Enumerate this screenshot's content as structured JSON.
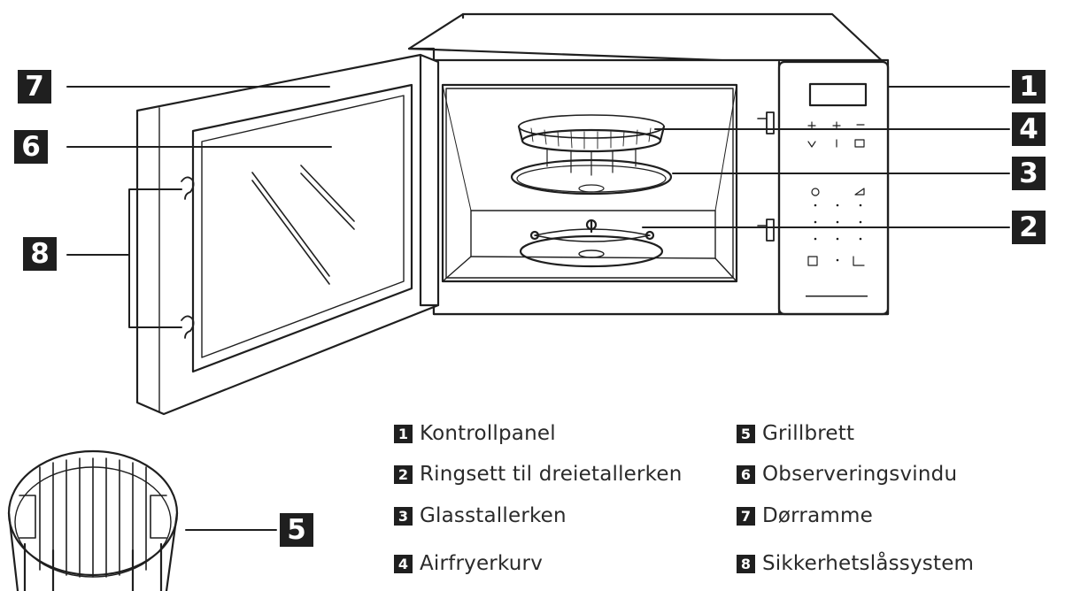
{
  "callouts": [
    {
      "number": "1",
      "label": "Kontrollpanel"
    },
    {
      "number": "2",
      "label": "Ringsett til dreietallerken"
    },
    {
      "number": "3",
      "label": "Glasstallerken"
    },
    {
      "number": "4",
      "label": "Airfryerkurv"
    },
    {
      "number": "5",
      "label": "Grillbrett"
    },
    {
      "number": "6",
      "label": "Observeringsvindu"
    },
    {
      "number": "7",
      "label": "Dørramme"
    },
    {
      "number": "8",
      "label": "Sikkerhetslåssystem"
    }
  ],
  "colors": {
    "line": "#1f1f1f",
    "badge": "#1f1f1f",
    "badge_text": "#ffffff"
  }
}
